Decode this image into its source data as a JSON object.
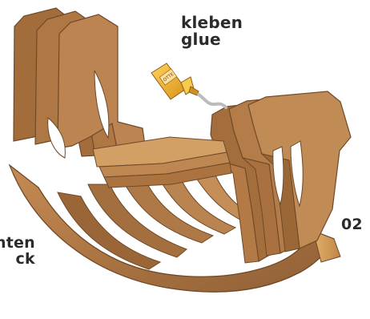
{
  "labels": {
    "glue_de": "kleben",
    "glue_en": "glue",
    "step_number": "02",
    "bottom_line_1": "nten",
    "bottom_line_2": "ck"
  },
  "glue_bottom_text": "OTTE",
  "colors": {
    "wood_face": "#b27b47",
    "wood_edge": "#d6a35e",
    "wood_shadow": "#7d5530",
    "glue_bottle": "#f0bb33",
    "glue_cap": "#f4d15a",
    "text": "#2b2b2b"
  }
}
